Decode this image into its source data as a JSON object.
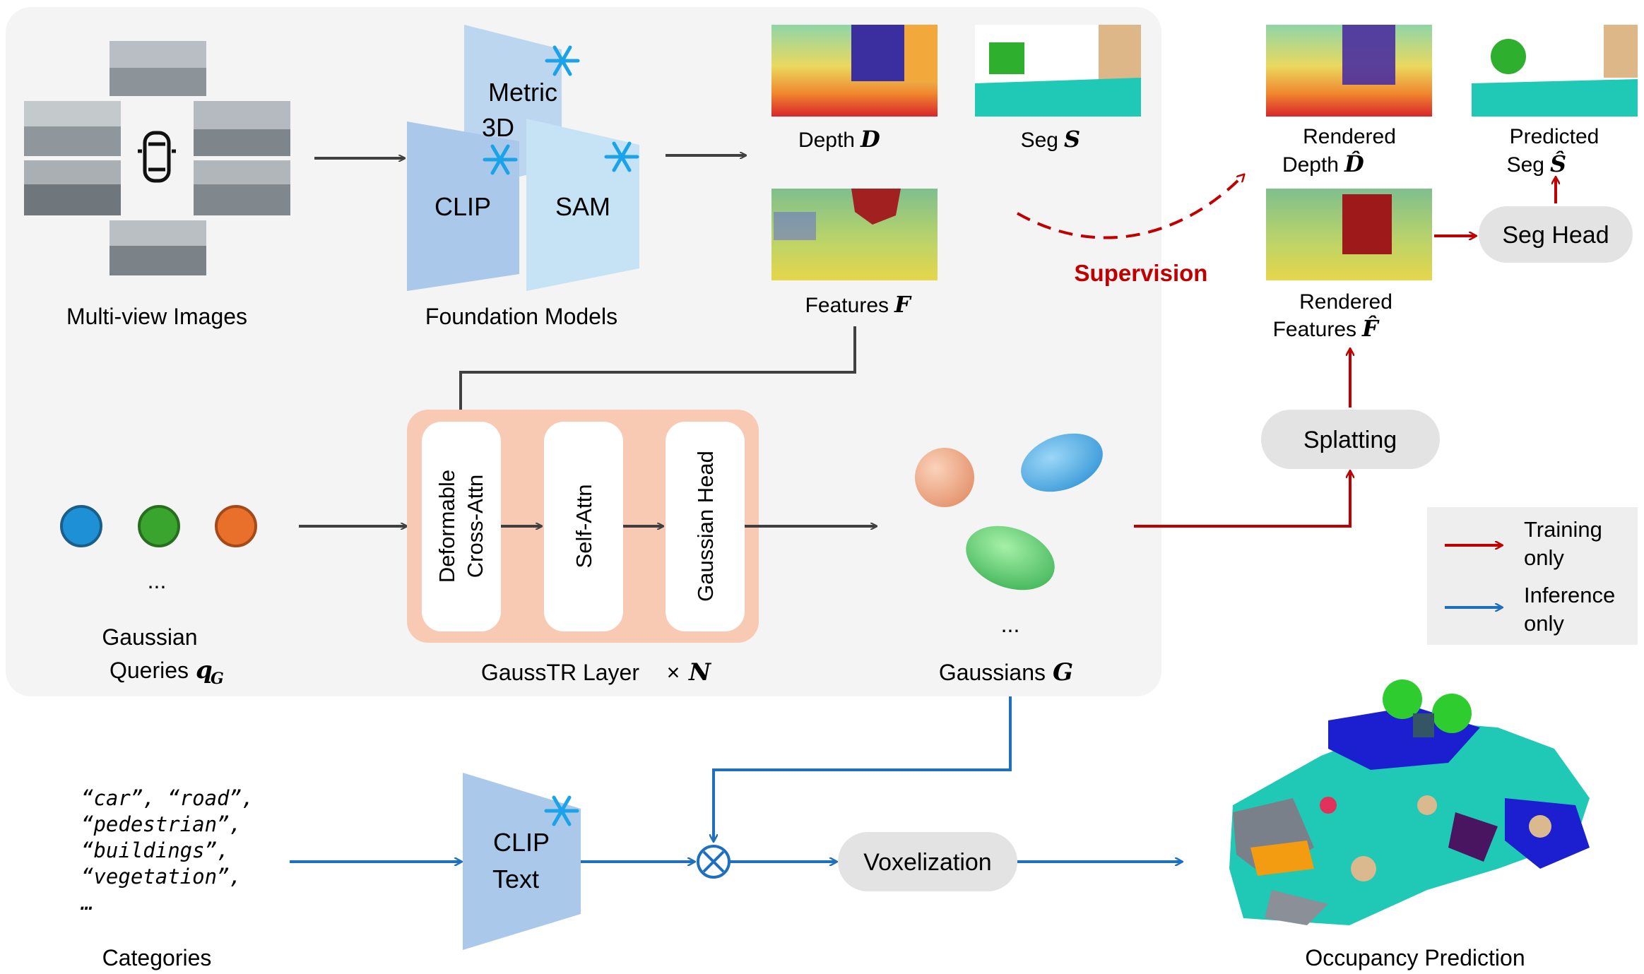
{
  "colors": {
    "training_arrow": "#c00000",
    "inference_arrow": "#1f6fbf",
    "flow_arrow": "#404040",
    "panel": "#f4f4f4",
    "gausstr_block": "#f8c9b3",
    "query_blue": "#1e90d6",
    "query_green": "#3aa52e",
    "query_orange": "#e8702a",
    "foundation_blue": "#a9c8ea",
    "snowflake": "#1aa3e8",
    "pill": "#e3e3e3"
  },
  "inputs": {
    "multiview_label": "Multi-view Images",
    "foundation_label": "Foundation Models",
    "model_metric3d_line1": "Metric",
    "model_metric3d_line2": "3D",
    "model_clip": "CLIP",
    "model_sam": "SAM"
  },
  "outputs": {
    "depth_label": "Depth",
    "depth_symbol": "D",
    "seg_label": "Seg",
    "seg_symbol": "S",
    "features_label": "Features",
    "features_symbol": "F"
  },
  "supervision": {
    "label": "Supervision"
  },
  "rendered": {
    "depth_line1": "Rendered",
    "depth_line2": "Depth",
    "depth_symbol": "D̂",
    "pred_seg_line1": "Predicted",
    "pred_seg_line2": "Seg",
    "pred_seg_symbol": "Ŝ",
    "features_line1": "Rendered",
    "features_line2": "Features",
    "features_symbol": "F̂",
    "seg_head": "Seg Head",
    "splatting": "Splatting"
  },
  "queries": {
    "ellipsis": "...",
    "label_line1": "Gaussian",
    "label_line2": "Queries",
    "symbol": "q",
    "subscript": "G"
  },
  "gausstr_layer": {
    "cross_attn_line1": "Deformable",
    "cross_attn_line2": "Cross-Attn",
    "self_attn": "Self-Attn",
    "gaussian_head": "Gaussian Head",
    "label": "GaussTR Layer",
    "times": "×",
    "symbol": "N"
  },
  "gaussians": {
    "ellipsis": "...",
    "label": "Gaussians",
    "symbol": "G"
  },
  "legend": {
    "training_line1": "Training",
    "training_line2": "only",
    "inference_line1": "Inference",
    "inference_line2": "only"
  },
  "inference": {
    "categories_lines": [
      "“car”, “road”,",
      "“pedestrian”,",
      "“buildings”,",
      "“vegetation”,",
      "…"
    ],
    "categories_label": "Categories",
    "clip_text_line1": "CLIP",
    "clip_text_line2": "Text",
    "voxelization": "Voxelization",
    "occupancy_label": "Occupancy Prediction"
  },
  "icons": {
    "snowflake": "snowflake-icon",
    "car": "car-top-view-icon",
    "matmul": "circled-times-icon"
  }
}
